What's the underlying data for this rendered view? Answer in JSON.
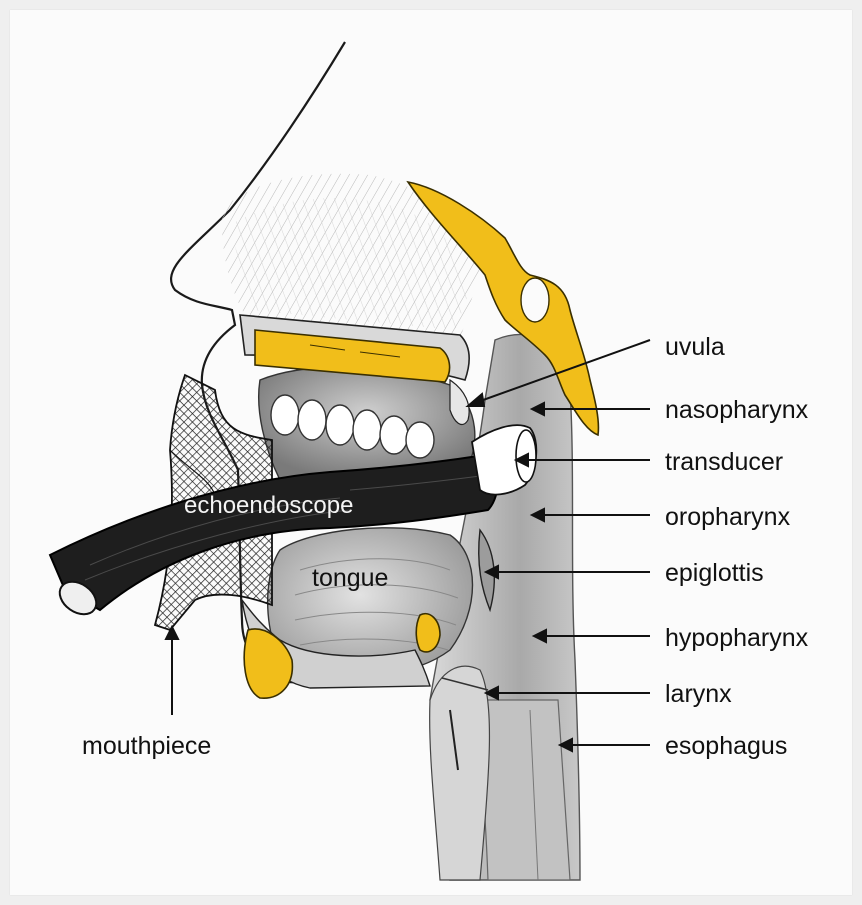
{
  "labels": {
    "uvula": "uvula",
    "nasopharynx": "nasopharynx",
    "transducer": "transducer",
    "oropharynx": "oropharynx",
    "epiglottis": "epiglottis",
    "hypopharynx": "hypopharynx",
    "larynx": "larynx",
    "esophagus": "esophagus",
    "echoendoscope": "echoendoscope",
    "tongue": "tongue",
    "mouthpiece": "mouthpiece"
  },
  "colors": {
    "bone": "#f1be1a",
    "scope": "#1e1e1e",
    "tissue": "#b9b9b9",
    "background": "#fbfbfb"
  }
}
